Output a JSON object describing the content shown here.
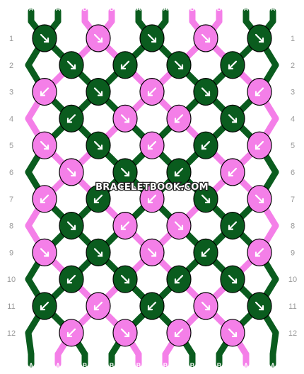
{
  "pattern": {
    "colors": {
      "A": "#0a5c1e",
      "B": "#f47fe8"
    },
    "top_strands": [
      "A",
      "A",
      "B",
      "B",
      "A",
      "A",
      "B",
      "B",
      "A",
      "A"
    ],
    "bottom_strands": [
      "A",
      "A",
      "B",
      "B",
      "B",
      "B",
      "B",
      "B",
      "A",
      "A"
    ],
    "row_labels_left": [
      "1",
      "2",
      "3",
      "4",
      "5",
      "6",
      "7",
      "8",
      "9",
      "10",
      "11",
      "12"
    ],
    "row_labels_right": [
      "1",
      "2",
      "3",
      "4",
      "5",
      "6",
      "7",
      "8",
      "9",
      "10",
      "11",
      "12"
    ],
    "knots": [
      [
        {
          "c": "A",
          "d": "rr"
        },
        {
          "c": "B",
          "d": "rr"
        },
        {
          "c": "A",
          "d": "rr"
        },
        {
          "c": "B",
          "d": "rr"
        },
        {
          "c": "A",
          "d": "rr"
        }
      ],
      [
        {
          "c": "A",
          "d": "rr"
        },
        {
          "c": "A",
          "d": "ll"
        },
        {
          "c": "A",
          "d": "rr"
        },
        {
          "c": "A",
          "d": "ll"
        }
      ],
      [
        {
          "c": "B",
          "d": "ll"
        },
        {
          "c": "A",
          "d": "rr"
        },
        {
          "c": "B",
          "d": "ll"
        },
        {
          "c": "A",
          "d": "rr"
        },
        {
          "c": "B",
          "d": "ll"
        }
      ],
      [
        {
          "c": "A",
          "d": "ll"
        },
        {
          "c": "B",
          "d": "rr"
        },
        {
          "c": "B",
          "d": "ll"
        },
        {
          "c": "A",
          "d": "rr"
        }
      ],
      [
        {
          "c": "B",
          "d": "rr"
        },
        {
          "c": "A",
          "d": "rr"
        },
        {
          "c": "B",
          "d": "ll"
        },
        {
          "c": "A",
          "d": "ll"
        },
        {
          "c": "B",
          "d": "ll"
        }
      ],
      [
        {
          "c": "B",
          "d": "rr"
        },
        {
          "c": "A",
          "d": "rr"
        },
        {
          "c": "A",
          "d": "ll"
        },
        {
          "c": "B",
          "d": "ll"
        }
      ],
      [
        {
          "c": "B",
          "d": "ll"
        },
        {
          "c": "A",
          "d": "ll"
        },
        {
          "c": "B",
          "d": "ll"
        },
        {
          "c": "A",
          "d": "rr"
        },
        {
          "c": "B",
          "d": "rr"
        }
      ],
      [
        {
          "c": "A",
          "d": "rr"
        },
        {
          "c": "B",
          "d": "ll"
        },
        {
          "c": "B",
          "d": "rr"
        },
        {
          "c": "A",
          "d": "ll"
        }
      ],
      [
        {
          "c": "B",
          "d": "rr"
        },
        {
          "c": "A",
          "d": "rr"
        },
        {
          "c": "B",
          "d": "rr"
        },
        {
          "c": "A",
          "d": "ll"
        },
        {
          "c": "B",
          "d": "ll"
        }
      ],
      [
        {
          "c": "A",
          "d": "ll"
        },
        {
          "c": "A",
          "d": "rr"
        },
        {
          "c": "A",
          "d": "ll"
        },
        {
          "c": "A",
          "d": "rr"
        }
      ],
      [
        {
          "c": "A",
          "d": "ll"
        },
        {
          "c": "B",
          "d": "ll"
        },
        {
          "c": "A",
          "d": "ll"
        },
        {
          "c": "B",
          "d": "rr"
        },
        {
          "c": "A",
          "d": "rr"
        }
      ],
      [
        {
          "c": "B",
          "d": "ll"
        },
        {
          "c": "B",
          "d": "rr"
        },
        {
          "c": "B",
          "d": "ll"
        },
        {
          "c": "B",
          "d": "rr"
        }
      ]
    ]
  },
  "watermark": "BRACELETBOOK.COM"
}
